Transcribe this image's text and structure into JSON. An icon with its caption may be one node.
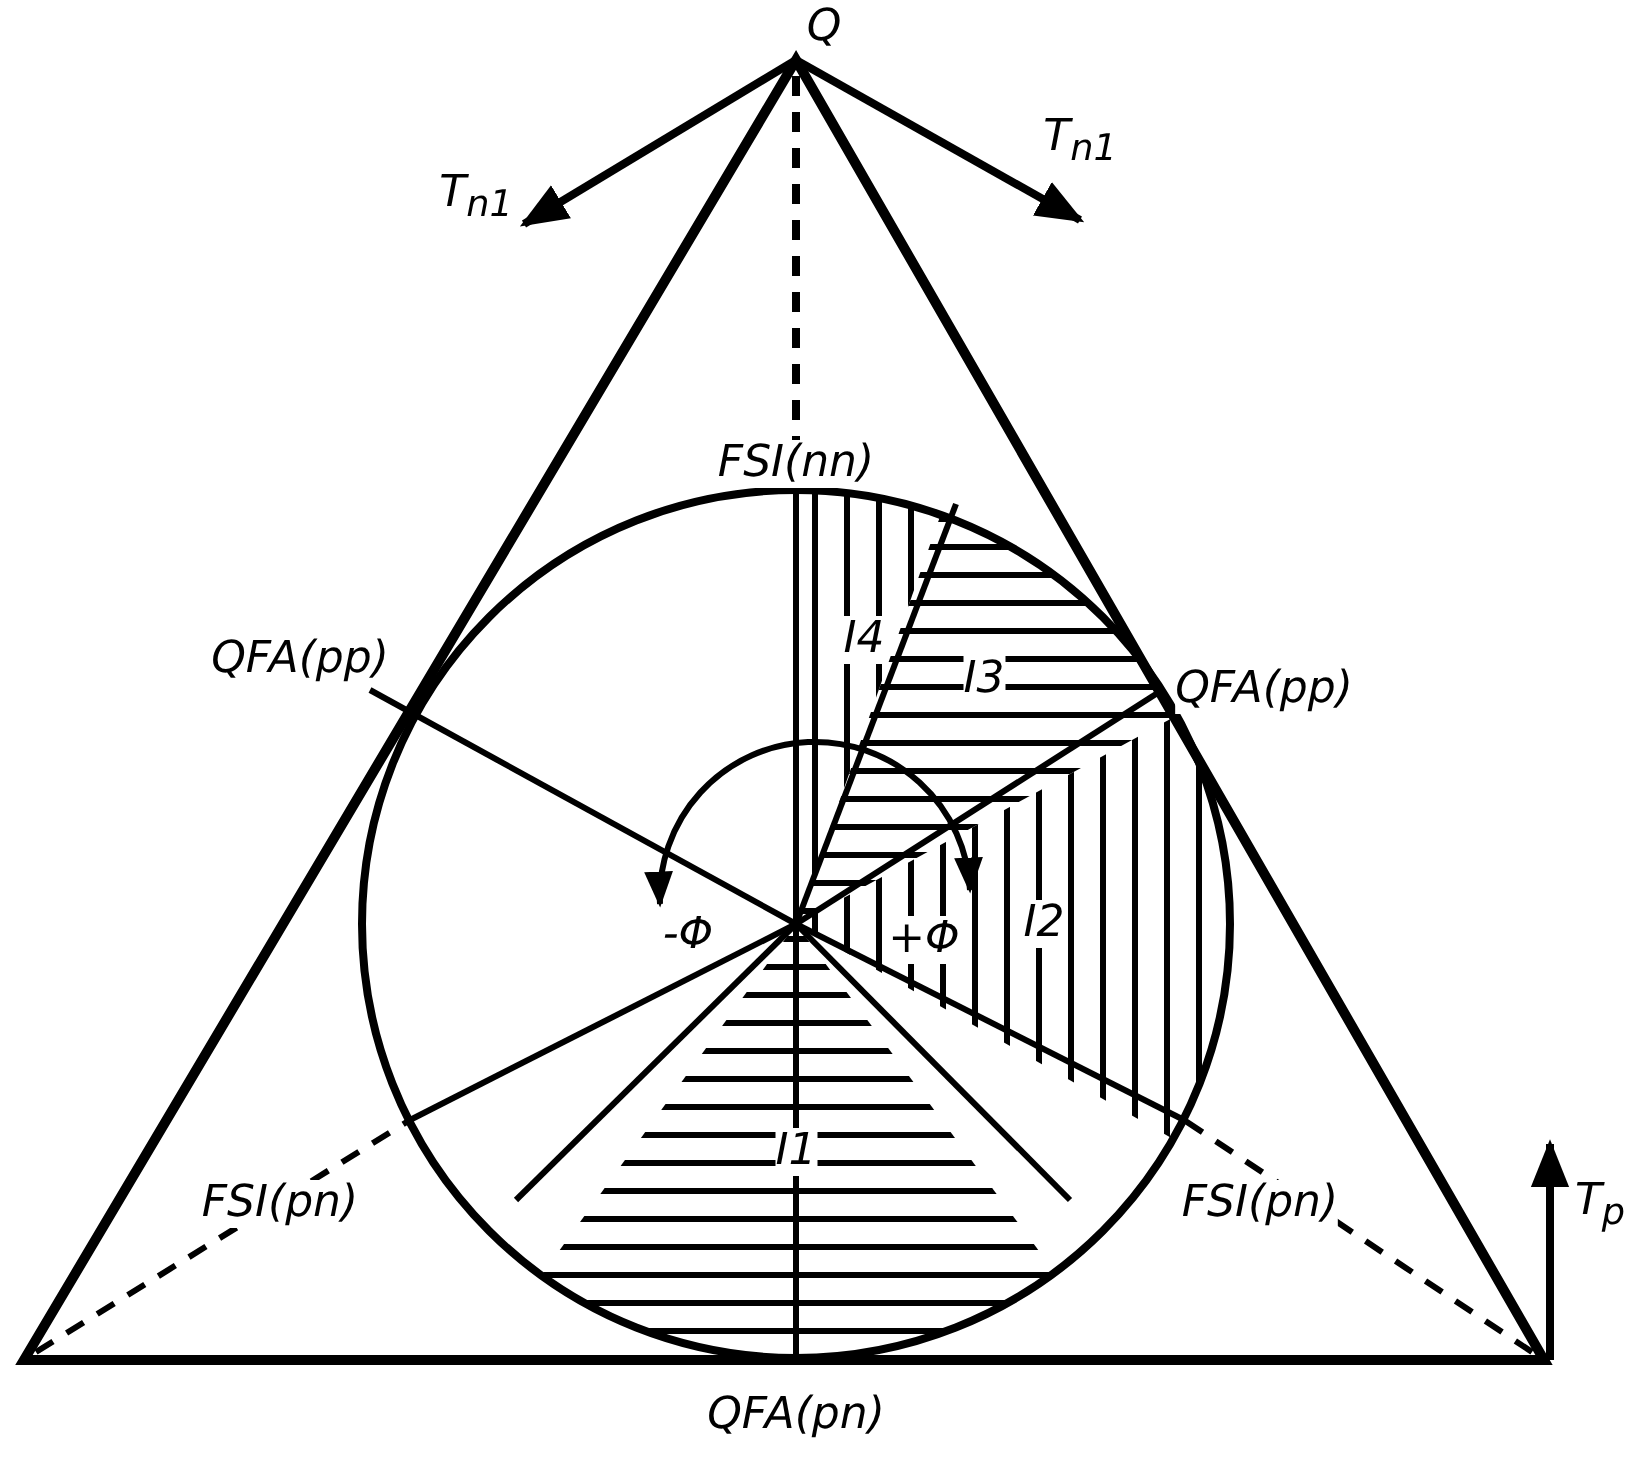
{
  "diagram": {
    "labels": [
      "Q",
      "T$_{n1}$",
      "T$_{n1}$",
      "FSI(nn)",
      "I4",
      "QFA(pp)",
      "I3",
      "QFA(pp)",
      "-Φ",
      "+Φ",
      "I2",
      "I1",
      "FSI(pn)",
      "FSI(pn)",
      "T$_{p}$",
      "QFA(pn)"
    ]
  }
}
